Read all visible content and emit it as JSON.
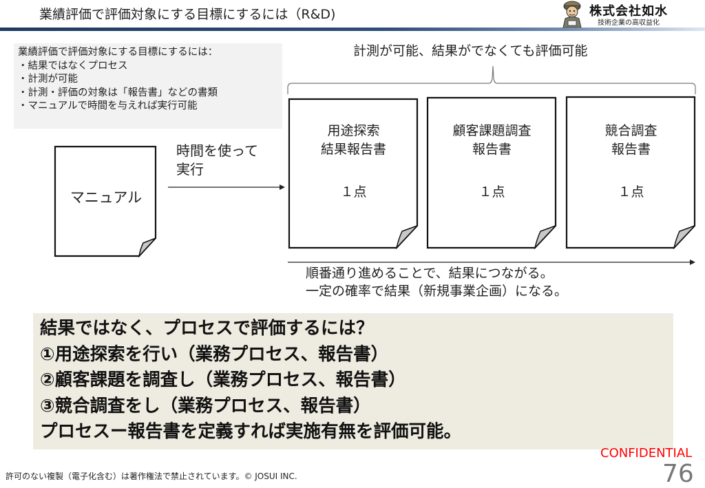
{
  "header": {
    "title": "業績評価で評価対象にする目標にするには（R&D)",
    "bar_colors": [
      "#1e3a5f",
      "#6f8bb0",
      "#dfe7f1"
    ],
    "logo": {
      "company": "株式会社如水",
      "tagline": "技術企業の高収益化",
      "icon": "worker-mascot-icon"
    }
  },
  "infobox": {
    "heading": "業績評価で評価対象にする目標にするには：",
    "items": [
      "・結果ではなくプロセス",
      "・計測が可能",
      "・計測・評価の対象は「報告書」などの書類",
      "・マニュアルで時間を与えれば実行可能"
    ]
  },
  "diagram": {
    "brace_label": "計測が可能、結果がでなくても評価可能",
    "manual": {
      "label": "マニュアル",
      "icon": "document-icon"
    },
    "arrow_label": [
      "時間を使って",
      "実行"
    ],
    "reports": [
      {
        "title_lines": [
          "用途探索",
          "結果報告書"
        ],
        "score": "１点"
      },
      {
        "title_lines": [
          "顧客課題調査",
          "報告書"
        ],
        "score": "１点"
      },
      {
        "title_lines": [
          "競合調査",
          "報告書"
        ],
        "score": "１点"
      }
    ],
    "sequence_note": [
      "順番通り進めることで、結果につながる。",
      "一定の確率で結果（新規事業企画）になる。"
    ]
  },
  "summary": {
    "lines": [
      "結果ではなく、プロセスで評価するには？",
      "①用途探索を行い（業務プロセス、報告書）",
      "②顧客課題を調査し（業務プロセス、報告書）",
      "③競合調査をし（業務プロセス、報告書）",
      "プロセスー報告書を定義すれば実施有無を評価可能。"
    ],
    "background": "#eeece1"
  },
  "footer": {
    "copyright": "許可のない複製（電子化含む）は著作権法で禁止されています。© JOSUI INC.",
    "confidential": "CONFIDENTIAL",
    "confidential_color": "#ff0000",
    "page_number": "76"
  }
}
